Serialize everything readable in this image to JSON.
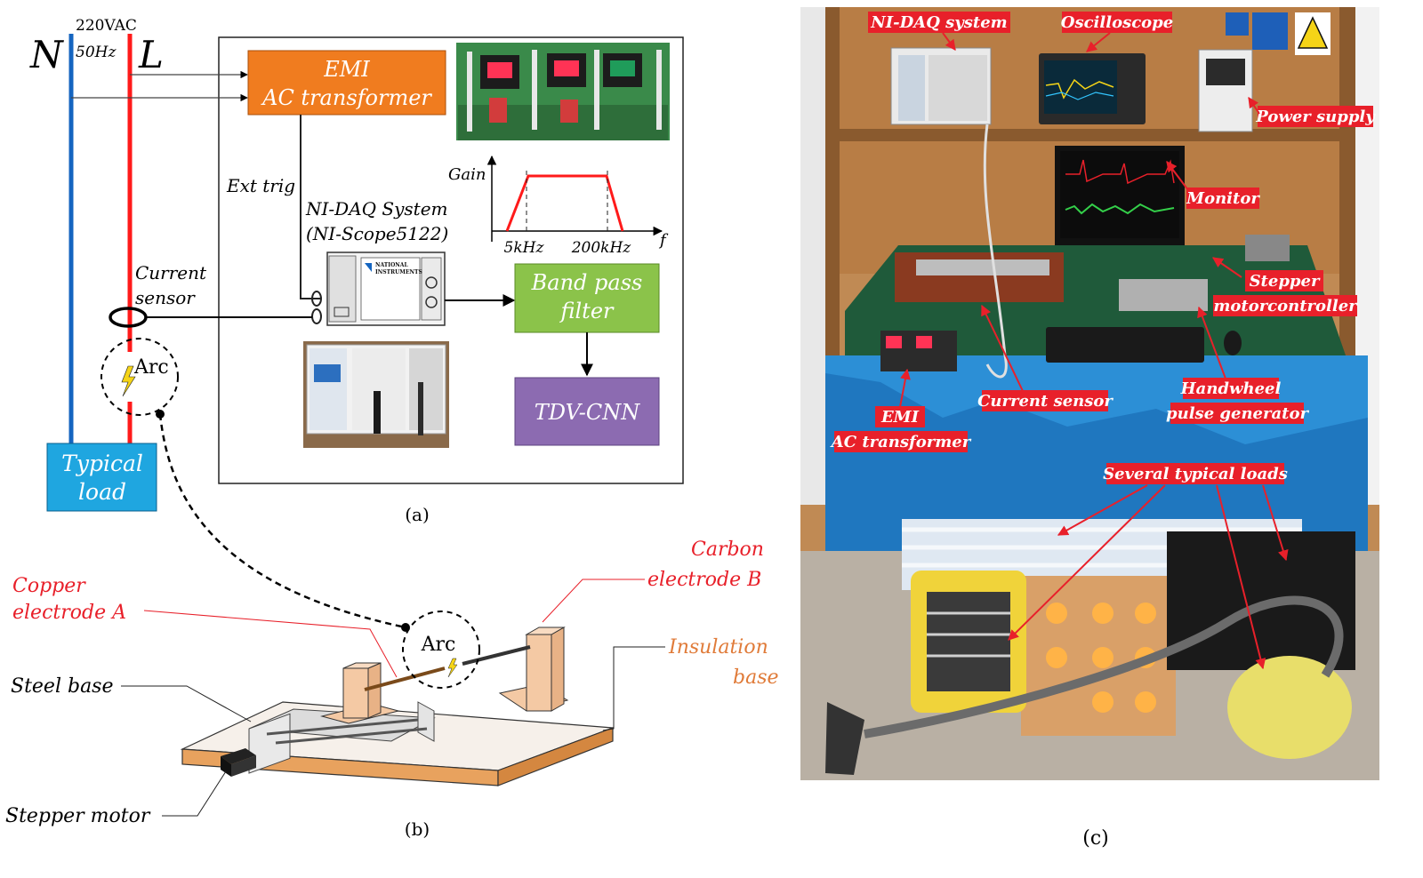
{
  "panel_a": {
    "caption": "(a)",
    "neutral_label": "N",
    "live_label": "L",
    "voltage_line1": "220VAC",
    "voltage_line2": "50Hz",
    "emi_line1": "EMI",
    "emi_line2": "AC transformer",
    "ext_trig": "Ext trig",
    "daq_line1": "NI-DAQ System",
    "daq_line2": "(NI-Scope5122)",
    "current_sensor_line1": "Current",
    "current_sensor_line2": "sensor",
    "arc_label": "Arc",
    "typical_load_line1": "Typical",
    "typical_load_line2": "load",
    "bandpass_line1": "Band pass",
    "bandpass_line2": "filter",
    "tdv_cnn": "TDV-CNN",
    "ni_logo_line1": "NATIONAL",
    "ni_logo_line2": "INSTRUMENTS",
    "filter_plot": {
      "y_axis_label": "Gain",
      "x_axis_label": "f",
      "low_cutoff": "5kHz",
      "high_cutoff": "200kHz"
    }
  },
  "panel_b": {
    "caption": "(b)",
    "arc_label": "Arc",
    "copper_line1": "Copper",
    "copper_line2": "electrode A",
    "carbon_line1": "Carbon",
    "carbon_line2": "electrode B",
    "insulation_line1": "Insulation",
    "insulation_line2": "base",
    "steel_base": "Steel base",
    "stepper_motor": "Stepper motor"
  },
  "panel_c": {
    "caption": "(c)",
    "labels": {
      "ni_daq": "NI-DAQ system",
      "oscilloscope": "Oscilloscope",
      "power_supply": "Power supply",
      "monitor": "Monitor",
      "stepper_line1": "Stepper",
      "stepper_line2": "motorcontroller",
      "current_sensor": "Current sensor",
      "handwheel_line1": "Handwheel",
      "handwheel_line2": "pulse generator",
      "emi_line1": "EMI",
      "emi_line2": "AC transformer",
      "loads": "Several typical loads"
    }
  },
  "colors": {
    "live_wire": "#ff1a1a",
    "neutral_wire": "#1565c0",
    "emi_box": "#f07c1f",
    "bandpass_box": "#8bc34a",
    "tdv_box": "#8c6bb1",
    "load_box": "#1fa6e0",
    "annotation_red": "#e8202a",
    "insulation_orange": "#e07b39"
  }
}
